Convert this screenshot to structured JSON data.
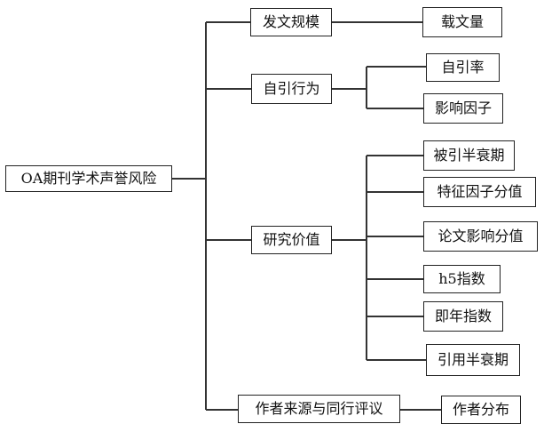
{
  "root": "OA期刊学术声誉风险",
  "branches": [
    {
      "label": "发文规模",
      "children": [
        "载文量"
      ]
    },
    {
      "label": "自引行为",
      "children": [
        "自引率",
        "影响因子"
      ]
    },
    {
      "label": "研究价值",
      "children": [
        "被引半衰期",
        "特征因子分值",
        "论文影响分值",
        "h5指数",
        "即年指数",
        "引用半衰期"
      ]
    },
    {
      "label": "作者来源与同行评议",
      "children": [
        "作者分布"
      ]
    }
  ]
}
